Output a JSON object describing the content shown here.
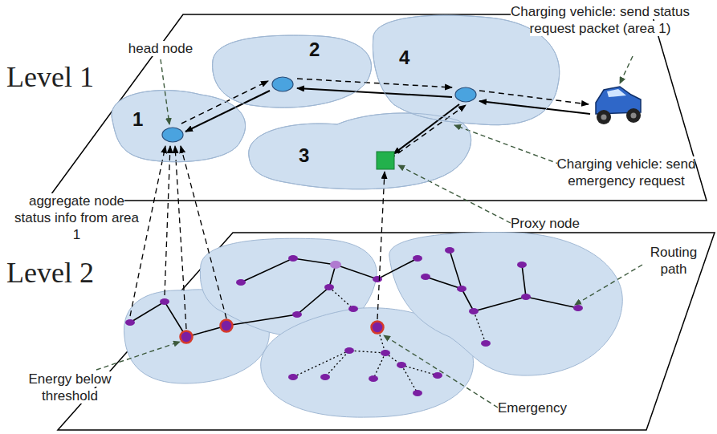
{
  "diagram": {
    "nodes": [
      {
        "text": [
          "1"
        ]
      },
      {
        "text": [
          "2"
        ]
      },
      {
        "text": [
          "3"
        ]
      },
      {
        "text": [
          "4"
        ]
      }
    ],
    "labels": [
      "Level 1",
      "Level 2",
      "head node",
      "Charging vehicle: send status request packet (area 1)",
      "Charging vehicle: send emergency request",
      "Proxy node",
      "aggregate node status info from area 1",
      "Routing path",
      "Energy below threshold",
      "Emergency"
    ]
  }
}
